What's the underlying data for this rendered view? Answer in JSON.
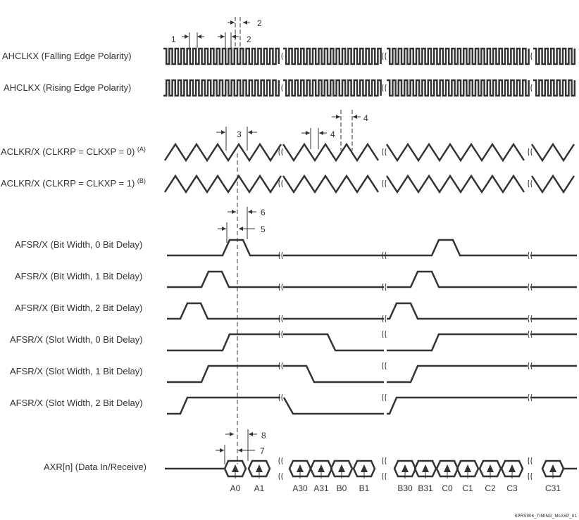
{
  "figure": {
    "footer_id": "SPRS906_TIMING_McASP_01"
  },
  "signals": {
    "ahclkx_fall": {
      "label": "AHCLKX (Falling Edge Polarity)"
    },
    "ahclkx_rise": {
      "label": "AHCLKX (Rising Edge Polarity)"
    },
    "aclk_0": {
      "label": "ACLKR/X (CLKRP = CLKXP = 0)",
      "note": "(A)"
    },
    "aclk_1": {
      "label": "ACLKR/X (CLKRP = CLKXP = 1)",
      "note": "(B)"
    },
    "afsr_bit0": {
      "label": "AFSR/X (Bit Width, 0 Bit Delay)"
    },
    "afsr_bit1": {
      "label": "AFSR/X (Bit Width, 1 Bit Delay)"
    },
    "afsr_bit2": {
      "label": "AFSR/X (Bit Width, 2 Bit Delay)"
    },
    "afsr_slot0": {
      "label": "AFSR/X (Slot Width, 0 Bit Delay)"
    },
    "afsr_slot1": {
      "label": "AFSR/X (Slot Width, 1 Bit Delay)"
    },
    "afsr_slot2": {
      "label": "AFSR/X (Slot Width, 2 Bit Delay)"
    },
    "axr": {
      "label": "AXR[n] (Data In/Receive)"
    }
  },
  "timing_markers": {
    "m1": "1",
    "m2a": "2",
    "m2b": "2",
    "m3": "3",
    "m4a": "4",
    "m4b": "4",
    "m5": "5",
    "m6": "6",
    "m7": "7",
    "m8": "8"
  },
  "data_bits": [
    "A0",
    "A1",
    "A30",
    "A31",
    "B0",
    "B1",
    "B30",
    "B31",
    "C0",
    "C1",
    "C2",
    "C3",
    "C31"
  ],
  "colors": {
    "line": "#333333",
    "background": "#ffffff"
  }
}
